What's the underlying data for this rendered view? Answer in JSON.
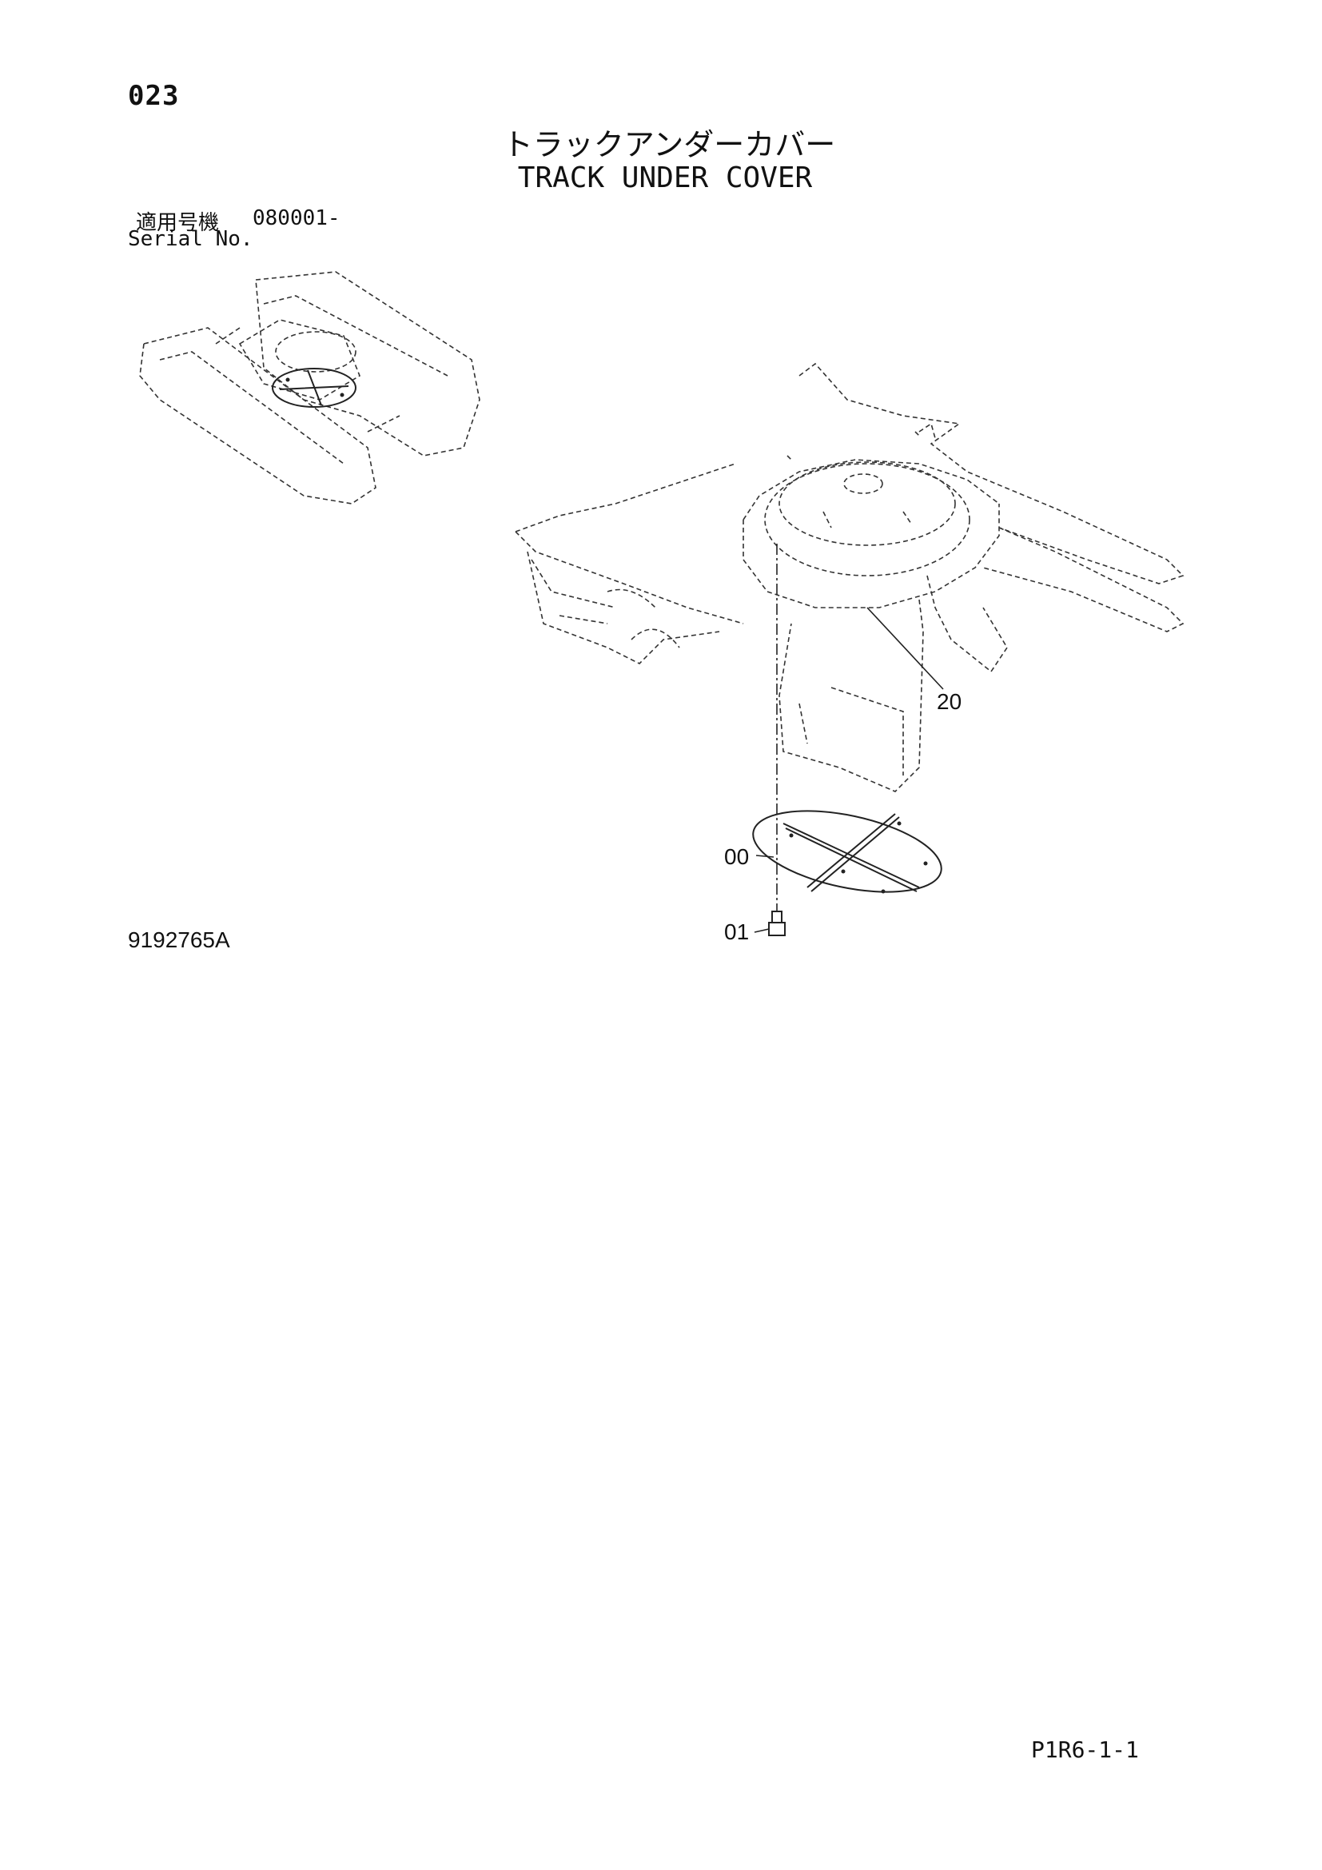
{
  "header": {
    "page_number": "023",
    "title_jp": "トラックアンダーカバー",
    "title_en": "TRACK UNDER COVER"
  },
  "serial": {
    "label_jp": "適用号機",
    "value": "080001-",
    "label_en": "Serial No."
  },
  "callouts": {
    "part_20": "20",
    "part_00": "00",
    "part_01": "01"
  },
  "footer": {
    "drawing_number": "9192765A",
    "page_code": "P1R6-1-1"
  }
}
